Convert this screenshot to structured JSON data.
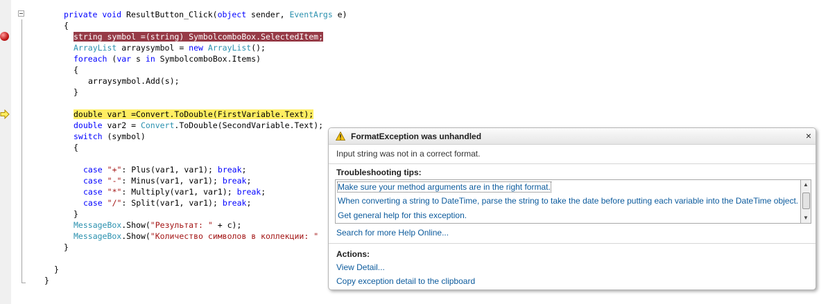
{
  "editor": {
    "lines": [
      {
        "row": 1,
        "indent": 5,
        "parts": [
          {
            "t": "private void ",
            "c": "kw-mixed"
          },
          {
            "t": "ResultButton_Click(",
            "c": ""
          },
          {
            "t": "object",
            "c": "kw"
          },
          {
            "t": " sender, ",
            "c": ""
          },
          {
            "t": "EventArgs",
            "c": "ty"
          },
          {
            "t": " e)",
            "c": ""
          }
        ]
      },
      {
        "row": 2,
        "indent": 5,
        "parts": [
          {
            "t": "{",
            "c": ""
          }
        ]
      },
      {
        "row": 3,
        "indent": 7,
        "hl": "breakpoint",
        "parts": [
          {
            "t": "string symbol =(string) SymbolcomboBox.SelectedItem;",
            "c": ""
          }
        ]
      },
      {
        "row": 4,
        "indent": 7,
        "parts": [
          {
            "t": "ArrayList",
            "c": "ty"
          },
          {
            "t": " arraysymbol = ",
            "c": ""
          },
          {
            "t": "new",
            "c": "kw"
          },
          {
            "t": " ",
            "c": ""
          },
          {
            "t": "ArrayList",
            "c": "ty"
          },
          {
            "t": "();",
            "c": ""
          }
        ]
      },
      {
        "row": 5,
        "indent": 7,
        "parts": [
          {
            "t": "foreach",
            "c": "kw"
          },
          {
            "t": " (",
            "c": ""
          },
          {
            "t": "var",
            "c": "kw"
          },
          {
            "t": " s ",
            "c": ""
          },
          {
            "t": "in",
            "c": "kw"
          },
          {
            "t": " SymbolcomboBox.Items)",
            "c": ""
          }
        ]
      },
      {
        "row": 6,
        "indent": 7,
        "parts": [
          {
            "t": "{",
            "c": ""
          }
        ]
      },
      {
        "row": 7,
        "indent": 10,
        "parts": [
          {
            "t": "arraysymbol.Add(s);",
            "c": ""
          }
        ]
      },
      {
        "row": 8,
        "indent": 7,
        "parts": [
          {
            "t": "}",
            "c": ""
          }
        ]
      },
      {
        "row": 9,
        "indent": 7,
        "parts": []
      },
      {
        "row": 10,
        "indent": 7,
        "hl": "current",
        "parts": [
          {
            "t": "double var1 =Convert.ToDouble(FirstVariable.Text);",
            "c": ""
          }
        ]
      },
      {
        "row": 11,
        "indent": 7,
        "parts": [
          {
            "t": "double",
            "c": "kw"
          },
          {
            "t": " var2 = ",
            "c": ""
          },
          {
            "t": "Convert",
            "c": "ty"
          },
          {
            "t": ".ToDouble(SecondVariable.Text);",
            "c": ""
          }
        ]
      },
      {
        "row": 12,
        "indent": 7,
        "parts": [
          {
            "t": "switch",
            "c": "kw"
          },
          {
            "t": " (symbol)",
            "c": ""
          }
        ]
      },
      {
        "row": 13,
        "indent": 7,
        "parts": [
          {
            "t": "{",
            "c": ""
          }
        ]
      },
      {
        "row": 14,
        "indent": 7,
        "parts": []
      },
      {
        "row": 15,
        "indent": 9,
        "parts": [
          {
            "t": "case",
            "c": "kw"
          },
          {
            "t": " ",
            "c": ""
          },
          {
            "t": "\"+\"",
            "c": "st"
          },
          {
            "t": ": Plus(var1, var1); ",
            "c": ""
          },
          {
            "t": "break",
            "c": "kw"
          },
          {
            "t": ";",
            "c": ""
          }
        ]
      },
      {
        "row": 16,
        "indent": 9,
        "parts": [
          {
            "t": "case",
            "c": "kw"
          },
          {
            "t": " ",
            "c": ""
          },
          {
            "t": "\"-\"",
            "c": "st"
          },
          {
            "t": ": Minus(var1, var1); ",
            "c": ""
          },
          {
            "t": "break",
            "c": "kw"
          },
          {
            "t": ";",
            "c": ""
          }
        ]
      },
      {
        "row": 17,
        "indent": 9,
        "parts": [
          {
            "t": "case",
            "c": "kw"
          },
          {
            "t": " ",
            "c": ""
          },
          {
            "t": "\"*\"",
            "c": "st"
          },
          {
            "t": ": Multiply(var1, var1); ",
            "c": ""
          },
          {
            "t": "break",
            "c": "kw"
          },
          {
            "t": ";",
            "c": ""
          }
        ]
      },
      {
        "row": 18,
        "indent": 9,
        "parts": [
          {
            "t": "case",
            "c": "kw"
          },
          {
            "t": " ",
            "c": ""
          },
          {
            "t": "\"/\"",
            "c": "st"
          },
          {
            "t": ": Split(var1, var1); ",
            "c": ""
          },
          {
            "t": "break",
            "c": "kw"
          },
          {
            "t": ";",
            "c": ""
          }
        ]
      },
      {
        "row": 19,
        "indent": 7,
        "parts": [
          {
            "t": "}",
            "c": ""
          }
        ]
      },
      {
        "row": 20,
        "indent": 7,
        "parts": [
          {
            "t": "MessageBox",
            "c": "ty"
          },
          {
            "t": ".Show(",
            "c": ""
          },
          {
            "t": "\"Результат: \"",
            "c": "st"
          },
          {
            "t": " + c);",
            "c": ""
          }
        ]
      },
      {
        "row": 21,
        "indent": 7,
        "parts": [
          {
            "t": "MessageBox",
            "c": "ty"
          },
          {
            "t": ".Show(",
            "c": ""
          },
          {
            "t": "\"Количество символов в коллекции: \"",
            "c": "st"
          }
        ]
      },
      {
        "row": 22,
        "indent": 5,
        "parts": [
          {
            "t": "}",
            "c": ""
          }
        ]
      },
      {
        "row": 23,
        "indent": 0,
        "parts": []
      },
      {
        "row": 24,
        "indent": 3,
        "parts": [
          {
            "t": "}",
            "c": ""
          }
        ]
      },
      {
        "row": 25,
        "indent": 1,
        "parts": [
          {
            "t": "}",
            "c": ""
          }
        ]
      }
    ]
  },
  "exception": {
    "title": "FormatException was unhandled",
    "message": "Input string was not in a correct format.",
    "tips_heading": "Troubleshooting tips:",
    "tips": [
      "Make sure your method arguments are in the right format.",
      "When converting a string to DateTime, parse the string to take the date before putting each variable into the DateTime object.",
      "Get general help for this exception."
    ],
    "search_link": "Search for more Help Online...",
    "actions_heading": "Actions:",
    "actions": [
      "View Detail...",
      "Copy exception detail to the clipboard"
    ],
    "close_glyph": "×"
  },
  "colors": {
    "keyword": "#0000ff",
    "type": "#2b91af",
    "string": "#a31515",
    "breakpoint_highlight": "#963a46",
    "current_line_highlight": "#ffee62",
    "link": "#0b5a9c"
  },
  "icons": [
    "breakpoint-icon",
    "current-statement-arrow-icon",
    "collapse-icon",
    "warning-icon",
    "close-icon"
  ]
}
